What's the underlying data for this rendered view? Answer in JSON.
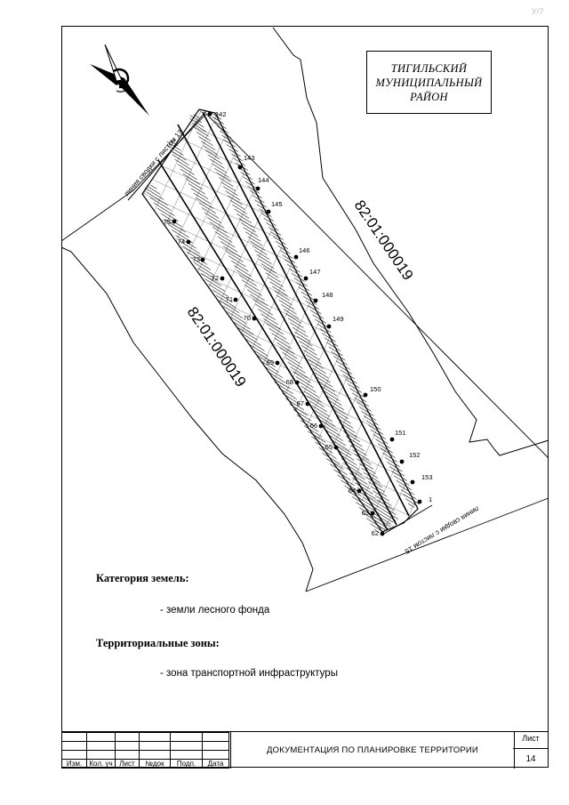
{
  "corner_mark": "У/7",
  "district": {
    "lines": [
      "ТИГИЛЬСКИЙ",
      "МУНИЦИПАЛЬНЫЙ",
      "РАЙОН"
    ]
  },
  "map": {
    "cadastral_left": "82:01:000019",
    "cadastral_right": "82:01:000019",
    "seam_top": "линия сводки с листом 13",
    "seam_bottom": "линия сводки с листом 15",
    "points_right": [
      {
        "n": "142"
      },
      {
        "n": "143"
      },
      {
        "n": "144"
      },
      {
        "n": "145"
      },
      {
        "n": "146"
      },
      {
        "n": "147"
      },
      {
        "n": "148"
      },
      {
        "n": "149"
      },
      {
        "n": "150"
      },
      {
        "n": "151"
      },
      {
        "n": "152"
      },
      {
        "n": "153"
      },
      {
        "n": "1"
      }
    ],
    "points_left": [
      {
        "n": "75"
      },
      {
        "n": "74"
      },
      {
        "n": "73"
      },
      {
        "n": "72"
      },
      {
        "n": "71"
      },
      {
        "n": "70"
      },
      {
        "n": "69"
      },
      {
        "n": "68"
      },
      {
        "n": "67"
      },
      {
        "n": "66"
      },
      {
        "n": "65"
      },
      {
        "n": "64"
      },
      {
        "n": "63"
      },
      {
        "n": "62"
      }
    ]
  },
  "legend": {
    "category_heading": "Категория земель:",
    "category_item": "- земли лесного фонда",
    "zones_heading": "Территориальные зоны:",
    "zones_item": "- зона транспортной инфраструктуры"
  },
  "stamp": {
    "columns": [
      "Изм.",
      "Кол. уч",
      "Лист",
      "№док",
      "Подп.",
      "Дата"
    ],
    "document_title": "ДОКУМЕНТАЦИЯ ПО ПЛАНИРОВКЕ ТЕРРИТОРИИ",
    "sheet_label": "Лист",
    "sheet_number": "14"
  }
}
